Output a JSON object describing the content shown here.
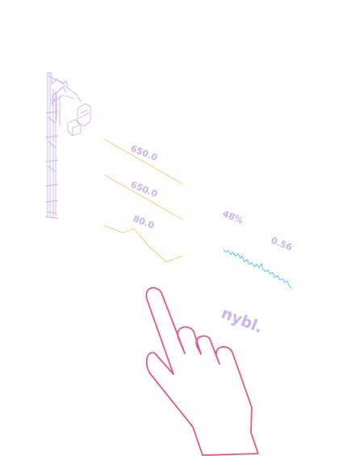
{
  "labels": {
    "value_1": "650.0",
    "value_2": "650.0",
    "value_3": "80.0",
    "percent": "48%",
    "ratio": "0.56"
  },
  "brand": "nybl.",
  "colors": {
    "lavender": "#cdb2f0",
    "gold": "#f3c968",
    "cyan": "#46c6e0",
    "pink": "#e2588a"
  },
  "icons": {
    "machine": "oil-pump-jack-icon",
    "hand": "pointing-hand-icon"
  }
}
